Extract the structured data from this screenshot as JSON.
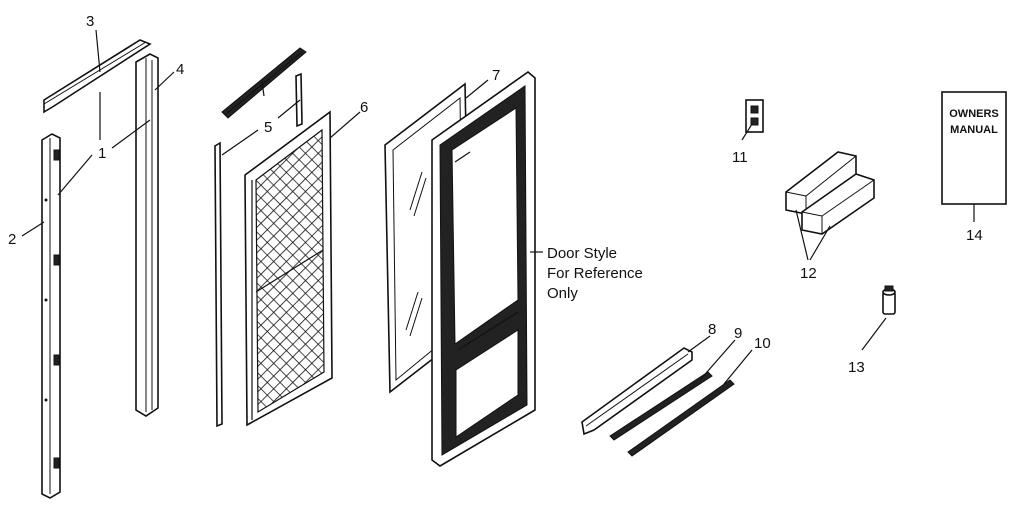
{
  "callouts": [
    "1",
    "2",
    "3",
    "4",
    "5",
    "6",
    "7",
    "8",
    "9",
    "10",
    "11",
    "12",
    "13",
    "14"
  ],
  "note": {
    "line1": "Door Style",
    "line2": "For Reference",
    "line3": "Only"
  },
  "manual": {
    "line1": "OWNERS",
    "line2": "MANUAL"
  }
}
